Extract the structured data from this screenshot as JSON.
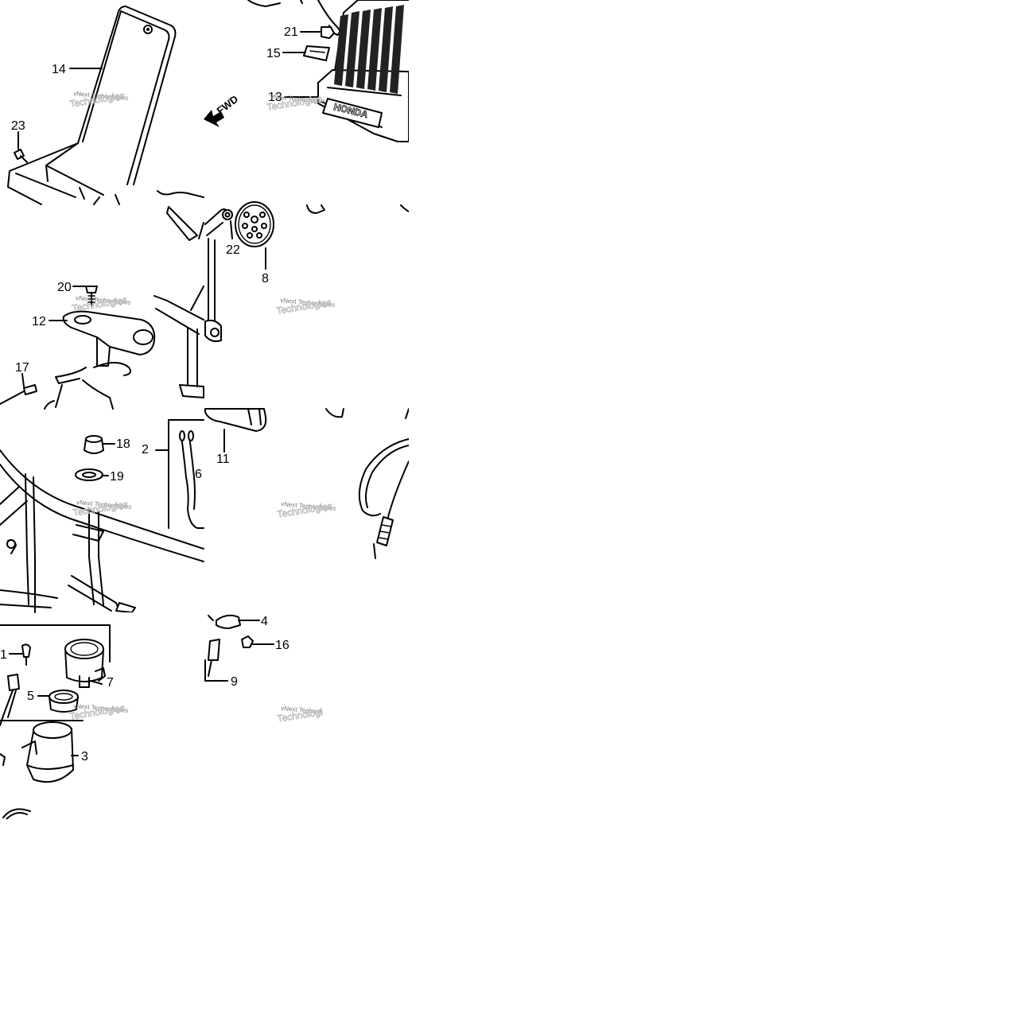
{
  "watermark": {
    "line1": "vNext Technologies",
    "line2": "Technologies"
  },
  "fwd_label": "FWD",
  "brand_label": "HONDA",
  "callouts": [
    "14",
    "23",
    "21",
    "15",
    "13",
    "20",
    "12",
    "17",
    "22",
    "8",
    "11",
    "18",
    "2",
    "6",
    "19",
    "1",
    "7",
    "5",
    "3",
    "4",
    "16",
    "9"
  ]
}
